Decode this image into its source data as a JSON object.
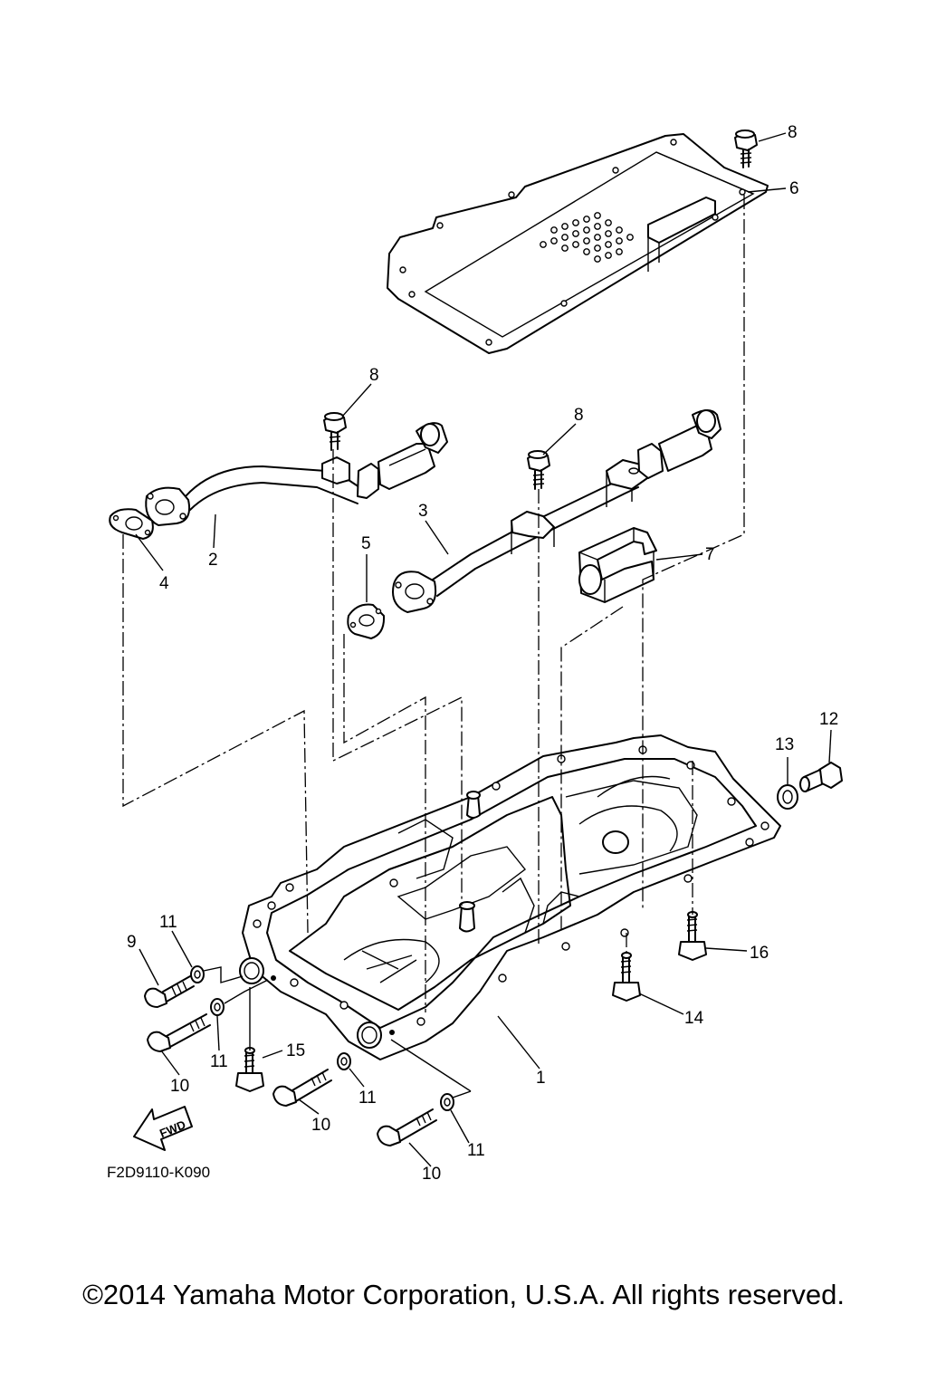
{
  "diagram": {
    "part_code": "F2D9110-K090",
    "fwd_label": "FWD",
    "callouts": [
      {
        "id": "c8a",
        "label": "8"
      },
      {
        "id": "c6",
        "label": "6"
      },
      {
        "id": "c8b",
        "label": "8"
      },
      {
        "id": "c8c",
        "label": "8"
      },
      {
        "id": "c3",
        "label": "3"
      },
      {
        "id": "c2",
        "label": "2"
      },
      {
        "id": "c4",
        "label": "4"
      },
      {
        "id": "c5",
        "label": "5"
      },
      {
        "id": "c7",
        "label": "7"
      },
      {
        "id": "c12",
        "label": "12"
      },
      {
        "id": "c13",
        "label": "13"
      },
      {
        "id": "c11a",
        "label": "11"
      },
      {
        "id": "c9",
        "label": "9"
      },
      {
        "id": "c16",
        "label": "16"
      },
      {
        "id": "c14",
        "label": "14"
      },
      {
        "id": "c11b",
        "label": "11"
      },
      {
        "id": "c10a",
        "label": "10"
      },
      {
        "id": "c15",
        "label": "15"
      },
      {
        "id": "c11c",
        "label": "11"
      },
      {
        "id": "c1",
        "label": "1"
      },
      {
        "id": "c10b",
        "label": "10"
      },
      {
        "id": "c11d",
        "label": "11"
      },
      {
        "id": "c10c",
        "label": "10"
      }
    ]
  },
  "copyright": "©2014 Yamaha Motor Corporation, U.S.A. All rights reserved."
}
